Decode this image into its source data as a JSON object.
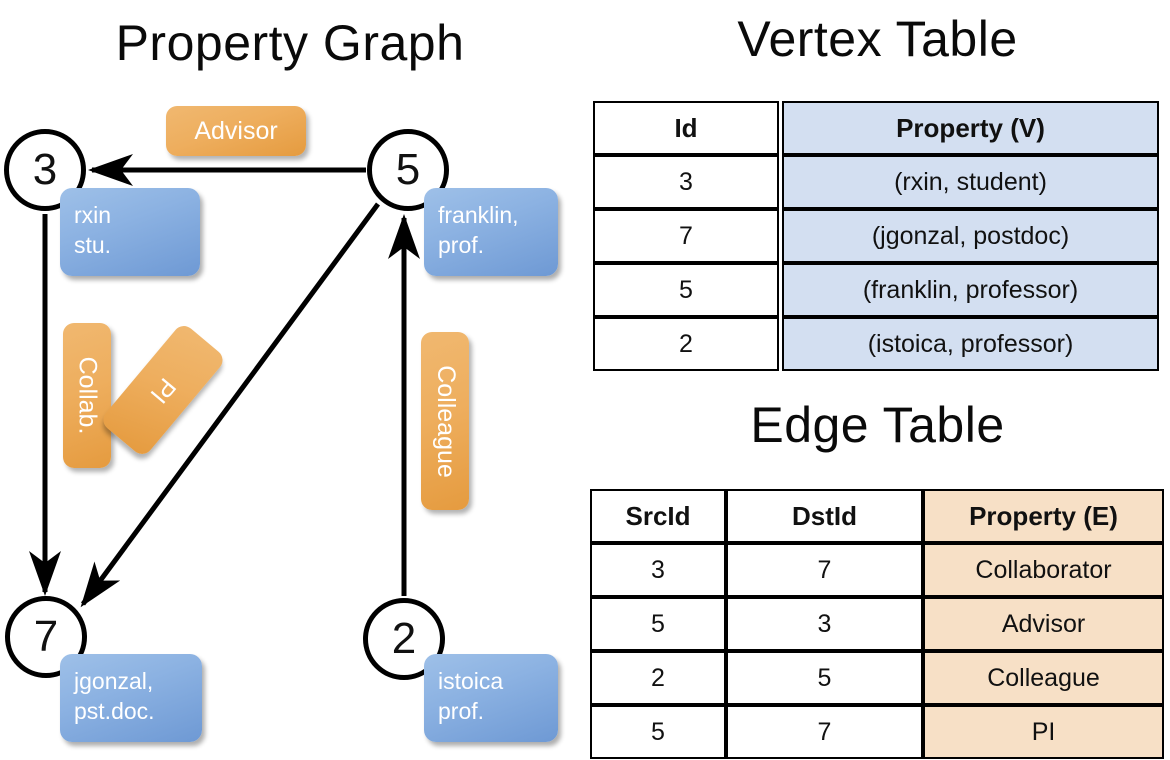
{
  "titles": {
    "property_graph": "Property Graph",
    "vertex_table": "Vertex Table",
    "edge_table": "Edge Table"
  },
  "colors": {
    "vertex_property_fill": "#d3dff1",
    "edge_property_fill": "#f7e0c6",
    "vertex_box_blue": "#8cb2e2",
    "edge_label_orange": "#eeae5e",
    "stroke": "#000000",
    "background": "#ffffff"
  },
  "graph": {
    "nodes": [
      {
        "id": "3",
        "label": "3",
        "property_line1": "rxin",
        "property_line2": "stu."
      },
      {
        "id": "5",
        "label": "5",
        "property_line1": "franklin,",
        "property_line2": "prof."
      },
      {
        "id": "7",
        "label": "7",
        "property_line1": "jgonzal,",
        "property_line2": "pst.doc."
      },
      {
        "id": "2",
        "label": "2",
        "property_line1": "istoica",
        "property_line2": "prof."
      }
    ],
    "edge_labels": [
      {
        "key": "advisor",
        "text": "Advisor",
        "src": "5",
        "dst": "3"
      },
      {
        "key": "collab",
        "text": "Collab.",
        "src": "3",
        "dst": "7"
      },
      {
        "key": "pi",
        "text": "PI",
        "src": "5",
        "dst": "7"
      },
      {
        "key": "colleague",
        "text": "Colleague",
        "src": "2",
        "dst": "5"
      }
    ]
  },
  "vertex_table": {
    "headers": {
      "id": "Id",
      "property": "Property (V)"
    },
    "rows": [
      {
        "id": "3",
        "property": "(rxin, student)"
      },
      {
        "id": "7",
        "property": "(jgonzal, postdoc)"
      },
      {
        "id": "5",
        "property": "(franklin, professor)"
      },
      {
        "id": "2",
        "property": "(istoica, professor)"
      }
    ]
  },
  "edge_table": {
    "headers": {
      "src": "SrcId",
      "dst": "DstId",
      "property": "Property (E)"
    },
    "rows": [
      {
        "src": "3",
        "dst": "7",
        "property": "Collaborator"
      },
      {
        "src": "5",
        "dst": "3",
        "property": "Advisor"
      },
      {
        "src": "2",
        "dst": "5",
        "property": "Colleague"
      },
      {
        "src": "5",
        "dst": "7",
        "property": "PI"
      }
    ]
  }
}
